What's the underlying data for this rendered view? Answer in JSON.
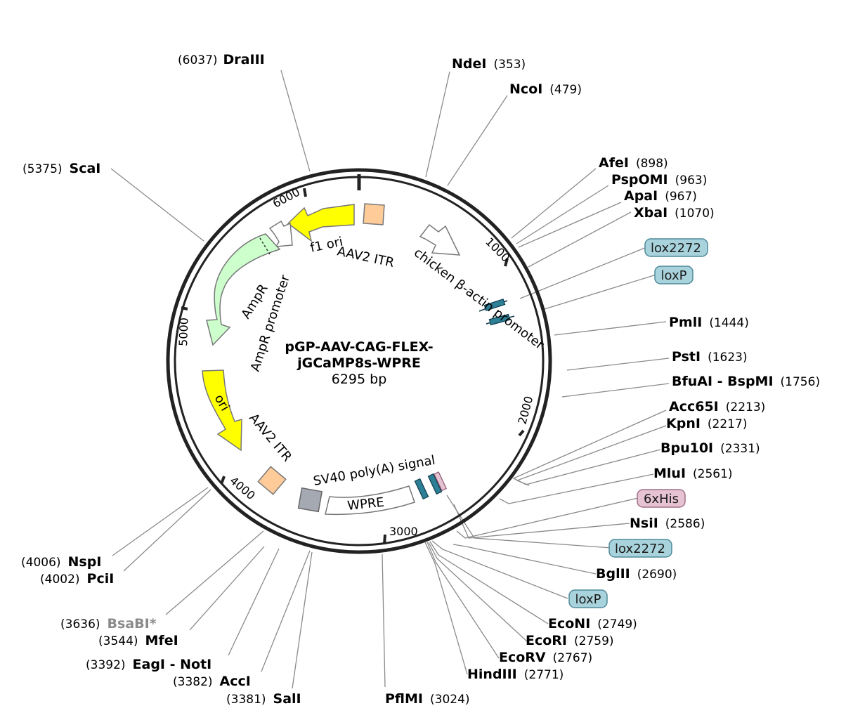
{
  "plasmid": {
    "name_line1": "pGP-AAV-CAG-FLEX-",
    "name_line2": "jGCaMP8s-WPRE",
    "size_label": "6295 bp"
  },
  "ticks": [
    "1000",
    "2000",
    "3000",
    "4000",
    "5000",
    "6000"
  ],
  "features": [
    {
      "label": "chicken β-actin promoter",
      "color": "#ffffff"
    },
    {
      "label": "AAV2 ITR",
      "color": "#ffcc99"
    },
    {
      "label": "f1 ori",
      "color": "#ffff00"
    },
    {
      "label": "AmpR promoter",
      "color": "#ffffff"
    },
    {
      "label": "AmpR",
      "color": "#ccffcc"
    },
    {
      "label": "ori",
      "color": "#ffff00"
    },
    {
      "label": "AAV2 ITR",
      "color": "#ffcc99"
    },
    {
      "label": "SV40 poly(A) signal",
      "color": "#a5a9b2"
    },
    {
      "label": "WPRE",
      "color": "#ffffff"
    }
  ],
  "sites": [
    {
      "name": "DraIII",
      "pos": "(6037)"
    },
    {
      "name": "NdeI",
      "pos": "(353)"
    },
    {
      "name": "NcoI",
      "pos": "(479)"
    },
    {
      "name": "ScaI",
      "pos": "(5375)"
    },
    {
      "name": "AfeI",
      "pos": "(898)"
    },
    {
      "name": "PspOMI",
      "pos": "(963)"
    },
    {
      "name": "ApaI",
      "pos": "(967)"
    },
    {
      "name": "XbaI",
      "pos": "(1070)"
    },
    {
      "name": "lox2272",
      "pos": ""
    },
    {
      "name": "loxP",
      "pos": ""
    },
    {
      "name": "PmlI",
      "pos": "(1444)"
    },
    {
      "name": "PstI",
      "pos": "(1623)"
    },
    {
      "name": "BfuAI - BspMI",
      "pos": "(1756)"
    },
    {
      "name": "Acc65I",
      "pos": "(2213)"
    },
    {
      "name": "KpnI",
      "pos": "(2217)"
    },
    {
      "name": "Bpu10I",
      "pos": "(2331)"
    },
    {
      "name": "MluI",
      "pos": "(2561)"
    },
    {
      "name": "6xHis",
      "pos": ""
    },
    {
      "name": "NsiI",
      "pos": "(2586)"
    },
    {
      "name": "lox2272",
      "pos": ""
    },
    {
      "name": "BglII",
      "pos": "(2690)"
    },
    {
      "name": "loxP",
      "pos": ""
    },
    {
      "name": "EcoNI",
      "pos": "(2749)"
    },
    {
      "name": "EcoRI",
      "pos": "(2759)"
    },
    {
      "name": "EcoRV",
      "pos": "(2767)"
    },
    {
      "name": "HindIII",
      "pos": "(2771)"
    },
    {
      "name": "PflMI",
      "pos": "(3024)"
    },
    {
      "name": "SalI",
      "pos": "(3381)"
    },
    {
      "name": "AccI",
      "pos": "(3382)"
    },
    {
      "name": "EagI - NotI",
      "pos": "(3392)"
    },
    {
      "name": "MfeI",
      "pos": "(3544)"
    },
    {
      "name": "BsaBI*",
      "pos": "(3636)"
    },
    {
      "name": "PciI",
      "pos": "(4002)"
    },
    {
      "name": "NspI",
      "pos": "(4006)"
    }
  ],
  "colors": {
    "backbone": "#222222",
    "leader": "#8a8a8a",
    "lox_chip": "#a9d3dc",
    "his_chip": "#e6c3d2",
    "dim_site": "#8a8a8a"
  }
}
